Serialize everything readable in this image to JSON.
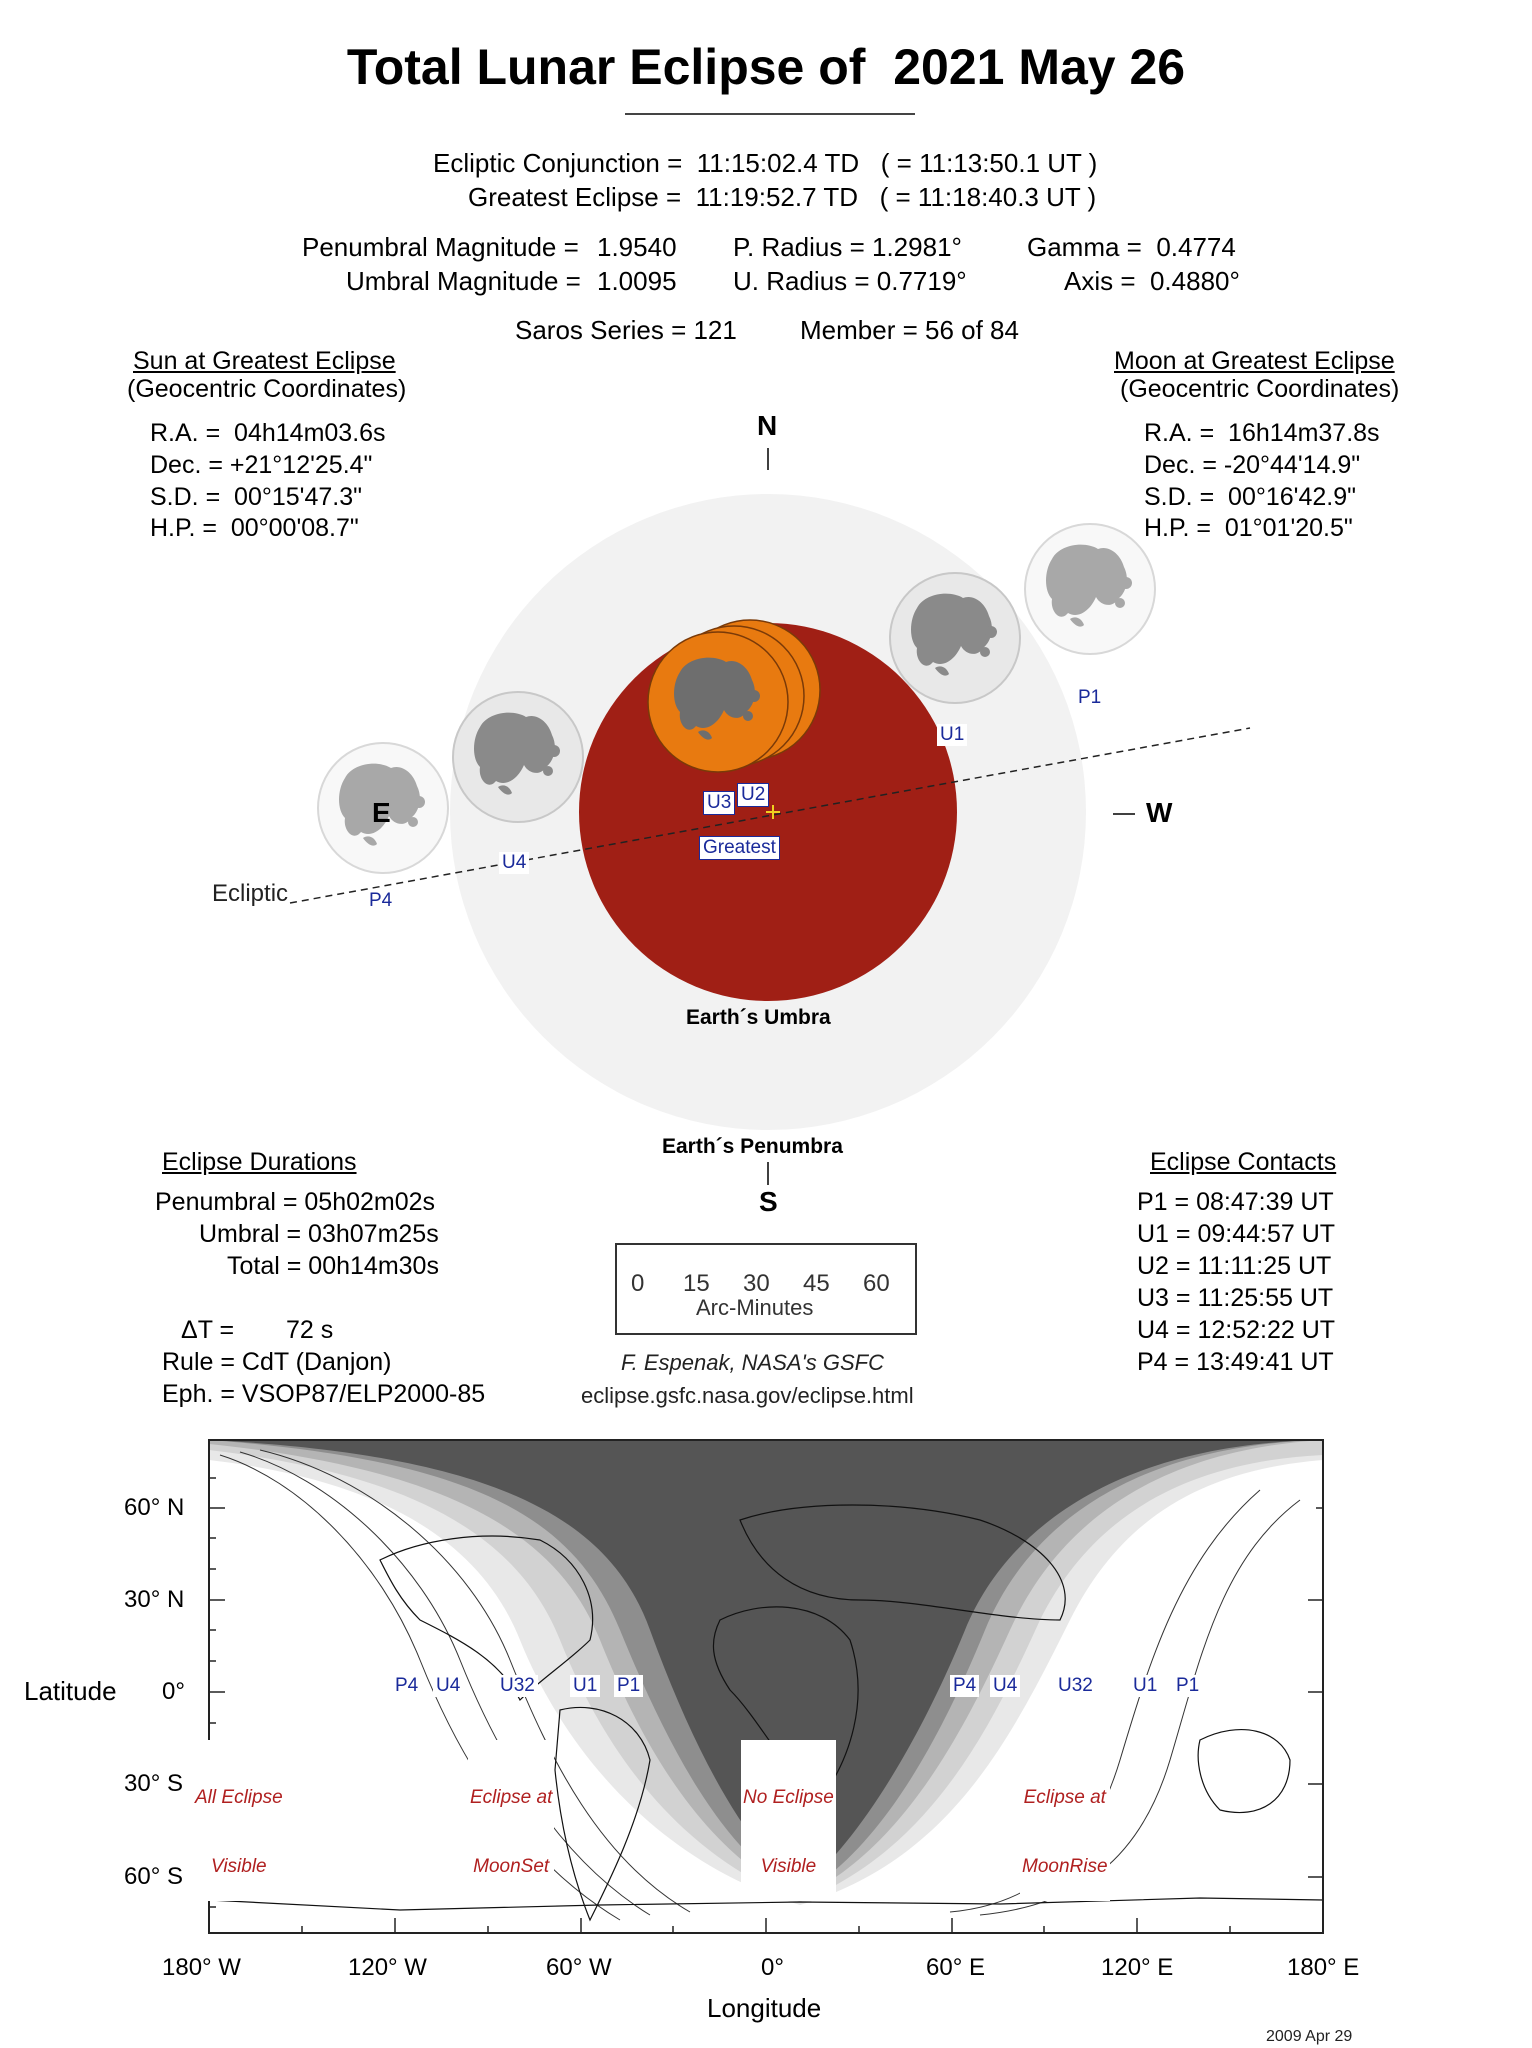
{
  "title": "Total Lunar Eclipse of  2021 May 26",
  "header": {
    "conjunction": "Ecliptic Conjunction =  11:15:02.4 TD   ( = 11:13:50.1 UT )",
    "greatest": "Greatest Eclipse =  11:19:52.7 TD   ( = 11:18:40.3 UT )",
    "penumbral_magnitude_label": "Penumbral Magnitude =",
    "penumbral_magnitude": "1.9540",
    "umbral_magnitude_label": "Umbral Magnitude =",
    "umbral_magnitude": "1.0095",
    "p_radius": "P. Radius = 1.2981°",
    "u_radius": "U. Radius = 0.7719°",
    "gamma": "Gamma =  0.4774",
    "axis": "Axis =  0.4880°",
    "saros": "Saros Series = 121",
    "member": "Member = 56 of 84"
  },
  "sun": {
    "heading": "Sun at Greatest Eclipse",
    "subheading": "(Geocentric Coordinates)",
    "ra": "R.A. =  04h14m03.6s",
    "dec": "Dec. = +21°12'25.4\"",
    "sd": "S.D. =  00°15'47.3\"",
    "hp": "H.P. =  00°00'08.7\""
  },
  "moon": {
    "heading": "Moon at Greatest Eclipse",
    "subheading": "(Geocentric Coordinates)",
    "ra": "R.A. =  16h14m37.8s",
    "dec": "Dec. = -20°44'14.9\"",
    "sd": "S.D. =  00°16'42.9\"",
    "hp": "H.P. =  01°01'20.5\""
  },
  "diagram": {
    "north": "N",
    "south": "S",
    "east": "E",
    "west": "W",
    "ecliptic": "Ecliptic",
    "umbra_label": "Earth´s Umbra",
    "penumbra_label": "Earth´s Penumbra",
    "contact_labels": {
      "p1": "P1",
      "u1": "U1",
      "u2": "U2",
      "u3": "U3",
      "u4": "U4",
      "p4": "P4",
      "greatest": "Greatest"
    },
    "colors": {
      "umbra": "#a01f15",
      "penumbra": "#f2f2f2",
      "moon_eclipsed": "#e87a10",
      "moon_mare": "#6e6e6e",
      "label_blue": "#1a2a9a",
      "greatest_marker": "#f0d020"
    }
  },
  "durations": {
    "heading": "Eclipse Durations",
    "penumbral": "Penumbral = 05h02m02s",
    "umbral": "Umbral = 03h07m25s",
    "total": "Total = 00h14m30s",
    "delta_t_label": "ΔT =",
    "delta_t": "72 s",
    "rule": "Rule = CdT (Danjon)",
    "eph": "Eph. = VSOP87/ELP2000-85"
  },
  "contacts": {
    "heading": "Eclipse Contacts",
    "items": [
      "P1 = 08:47:39 UT",
      "U1 = 09:44:57 UT",
      "U2 = 11:11:25 UT",
      "U3 = 11:25:55 UT",
      "U4 = 12:52:22 UT",
      "P4 = 13:49:41 UT"
    ]
  },
  "scale": {
    "ticks": [
      "0",
      "15",
      "30",
      "45",
      "60"
    ],
    "unit": "Arc-Minutes"
  },
  "credit": {
    "author": "F. Espenak, NASA's GSFC",
    "url": "eclipse.gsfc.nasa.gov/eclipse.html"
  },
  "map": {
    "y_axis_title": "Latitude",
    "y_ticks": [
      "60° N",
      "30° N",
      "0°",
      "30° S",
      "60° S"
    ],
    "x_axis_title": "Longitude",
    "x_ticks": [
      "180° W",
      "120° W",
      "60° W",
      "0°",
      "60° E",
      "120° E",
      "180° E"
    ],
    "curve_labels_west": [
      "P4",
      "U4",
      "U32",
      "U1",
      "P1"
    ],
    "curve_labels_east": [
      "P4",
      "U4",
      "U32",
      "U1",
      "P1"
    ],
    "regions": {
      "all_visible": [
        "All Eclipse",
        "Visible"
      ],
      "moonset": [
        "Eclipse at",
        "MoonSet"
      ],
      "none": [
        "No Eclipse",
        "Visible"
      ],
      "moonrise": [
        "Eclipse at",
        "MoonRise"
      ]
    },
    "colors": {
      "no_eclipse": "#555555",
      "band1": "#8e8e8e",
      "band2": "#b4b4b4",
      "band3": "#d2d2d2",
      "band4": "#e8e8e8",
      "visible": "#ffffff"
    }
  },
  "footer_date": "2009 Apr 29"
}
